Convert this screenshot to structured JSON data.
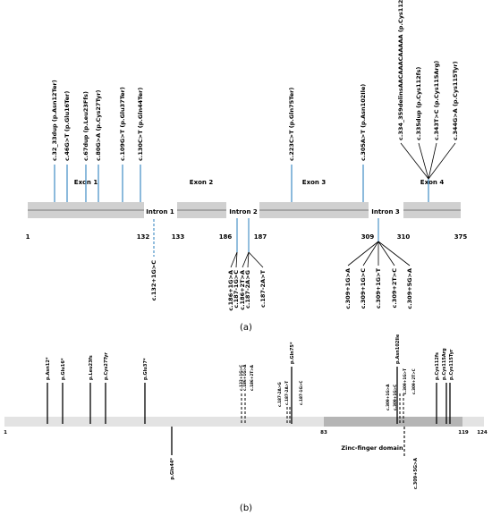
{
  "panel_a": {
    "label": "(a)",
    "exons": [
      {
        "label": "Exon 1"
      },
      {
        "label": "Exon 2"
      },
      {
        "label": "Exon 3"
      },
      {
        "label": "Exon 4"
      }
    ],
    "introns": [
      {
        "label": "Intron 1"
      },
      {
        "label": "Intron 2"
      },
      {
        "label": "Intron 3"
      }
    ],
    "coords": [
      "1",
      "132",
      "133",
      "186",
      "187",
      "309",
      "310",
      "375"
    ],
    "exon_variants": [
      "c.32_33dup (p.Asn12Ter)",
      "c.46G>T (p.Glu16Ter)",
      "c.67dup (p.Leu23Ffs)",
      "c.80G>A (p.Cys27Tyr)",
      "c.109G>T (p.Glu37Ter)",
      "c.130C>T (p.Gln44Ter)",
      "c.223C>T (p.Gln75Ter)",
      "c.305A>T (p.Asn102Ile)"
    ],
    "exon4_variants": [
      "c.334_359delinsAACAAACAAAAA (p.Cys112fs)",
      "c.335dup (p.Cys112fs)",
      "c.343T>C (p.Cys115Arg)",
      "c.344G>A (p.Cys115Tyr)"
    ],
    "intron1_variants": [
      "c.132+1G>C"
    ],
    "intron2_variants": [
      "c.186+1G>A",
      "c.187-1G>C",
      "c.186+2T>A",
      "c.187-2A>G",
      "c.187-2A>T"
    ],
    "intron3_variants": [
      "c.309+1G>A",
      "c.309+1G>C",
      "c.309+1G>T",
      "c.309+2T>C",
      "c.309+5G>A"
    ]
  },
  "panel_b": {
    "label": "(b)",
    "domain_label": "Zinc-finger domain",
    "coords": [
      "1",
      "83",
      "119",
      "124"
    ],
    "up_labels": [
      "p.Asn12*",
      "p.Glu16*",
      "p.Leu23fs",
      "p.Cys27Tyr",
      "p.Glu37*",
      "p.Gln75*",
      "p.Asn102Ile",
      "p.Cys112fs",
      "p.Cys115Arg",
      "p.Cys115Tyr"
    ],
    "down_labels": [
      "p.Gln44*",
      "c.309+5G>A"
    ],
    "splice_labels": [
      "c.132+1G>C",
      "c.186+1G>A",
      "c.186+2T>A",
      "c.187-2A>G",
      "c.187-2A>T",
      "c.187-1G>C",
      "c.309+1G>A",
      "c.309+1G>C",
      "c.309+1G>T",
      "c.309+2T>C"
    ]
  }
}
